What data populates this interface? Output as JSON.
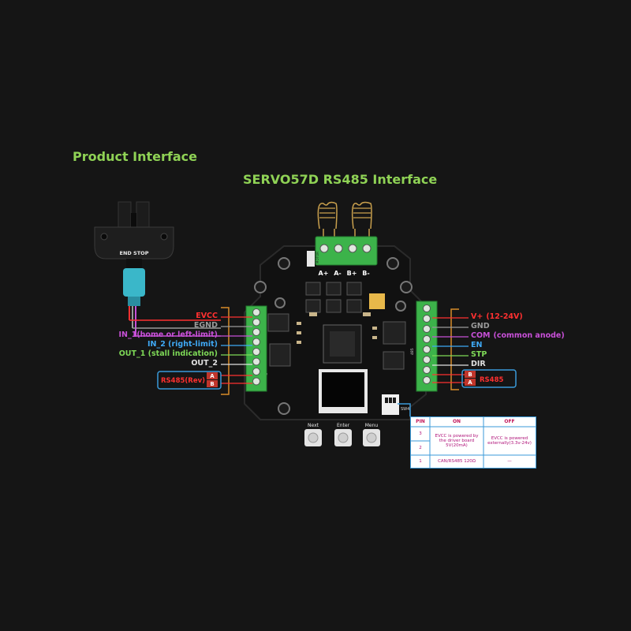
{
  "titles": {
    "product_interface": "Product Interface",
    "board_interface": "SERVO57D RS485 Interface"
  },
  "end_stop": {
    "label": "END STOP"
  },
  "motor_connector": {
    "pins": [
      "A+",
      "A-",
      "B+",
      "B-"
    ]
  },
  "left_pins": [
    {
      "label": "EVCC",
      "color": "#ff3030"
    },
    {
      "label": "EGND",
      "color": "#9a9a9a"
    },
    {
      "label": "IN_1(home or left-limit)",
      "color": "#c850d8"
    },
    {
      "label": "IN_2 (right-limit)",
      "color": "#3fa9f5"
    },
    {
      "label": "OUT_1 (stall indication)",
      "color": "#7ed957"
    },
    {
      "label": "OUT_2",
      "color": "#e0e0e0"
    }
  ],
  "left_rs485": {
    "label": "RS485(Rev)",
    "pins": [
      "A",
      "B"
    ],
    "color": "#ff3030"
  },
  "right_pins": [
    {
      "label": "V+",
      "extra": "(12-24V)",
      "color": "#ff3030"
    },
    {
      "label": "GND",
      "extra": "",
      "color": "#9a9a9a"
    },
    {
      "label": "COM",
      "extra": "(common anode)",
      "color": "#c850d8"
    },
    {
      "label": "EN",
      "extra": "",
      "color": "#3fa9f5"
    },
    {
      "label": "STP",
      "extra": "",
      "color": "#7ed957"
    },
    {
      "label": "DIR",
      "extra": "",
      "color": "#e0e0e0"
    }
  ],
  "right_rs485": {
    "label": "RS485",
    "pins": [
      "B",
      "A"
    ],
    "color": "#ff3030"
  },
  "buttons": [
    "Next",
    "Enter",
    "Menu"
  ],
  "board_marks": {
    "dip": "SW4",
    "port_l": "IN_OUT",
    "port_r": "485"
  },
  "pin_table": {
    "headers": [
      "PIN",
      "ON",
      "OFF"
    ],
    "rows": [
      {
        "pin": "3",
        "on": "EVCC is powered by the driver board 5V(20mA)",
        "off": "EVCC is powered externally(3.3v-24v)"
      },
      {
        "pin": "2",
        "on": "",
        "off": ""
      },
      {
        "pin": "1",
        "on": "CAN/RS485 120Ω",
        "off": "—"
      }
    ]
  },
  "colors": {
    "title_green": "#8fd255",
    "table_border": "#3a9ad9",
    "board": "#111111",
    "terminal_green": "#3cb34a",
    "rs485_box": "#3a9ad9"
  }
}
